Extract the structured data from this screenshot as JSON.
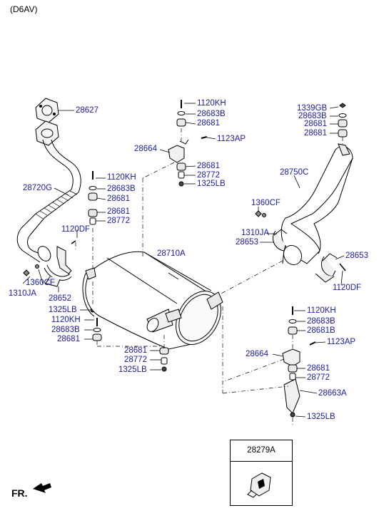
{
  "header": {
    "variant": "(D6AV)"
  },
  "orientation": {
    "label": "FR."
  },
  "inset": {
    "part_number": "28279A"
  },
  "labels": {
    "p28627": "28627",
    "p28720G": "28720G",
    "p1120DF_left": "1120DF",
    "p1310JA_left": "1310JA",
    "p1360CF_left": "1360CF",
    "p28652": "28652",
    "p1325LB_left": "1325LB",
    "p1120KH_left": "1120KH",
    "p28683B_left": "28683B",
    "p28681_left": "28681",
    "p1120KH_c1": "1120KH",
    "p28683B_c1": "28683B",
    "p28681_c1": "28681",
    "p28681_c2": "28681",
    "p28772_c1": "28772",
    "p1120KH_top": "1120KH",
    "p28683B_top": "28683B",
    "p28681_top": "28681",
    "p1123AP_top": "1123AP",
    "p28664_top": "28664",
    "p28681_top2": "28681",
    "p28772_top": "28772",
    "p1325LB_top": "1325LB",
    "p28710A": "28710A",
    "p28681_mid": "28681",
    "p28772_mid": "28772",
    "p1325LB_mid": "1325LB",
    "p1339GB": "1339GB",
    "p28683B_r": "28683B",
    "p28681_r1": "28681",
    "p28681_r2": "28681",
    "p28750C": "28750C",
    "p1360CF_r": "1360CF",
    "p1310JA_r": "1310JA",
    "p28653_a": "28653",
    "p28653_b": "28653",
    "p1120DF_r": "1120DF",
    "p1120KH_br": "1120KH",
    "p28683B_br": "28683B",
    "p28681B_br": "28681B",
    "p1123AP_br": "1123AP",
    "p28664_br": "28664",
    "p28681_br": "28681",
    "p28772_br": "28772",
    "p28663A": "28663A",
    "p1325LB_br": "1325LB"
  }
}
